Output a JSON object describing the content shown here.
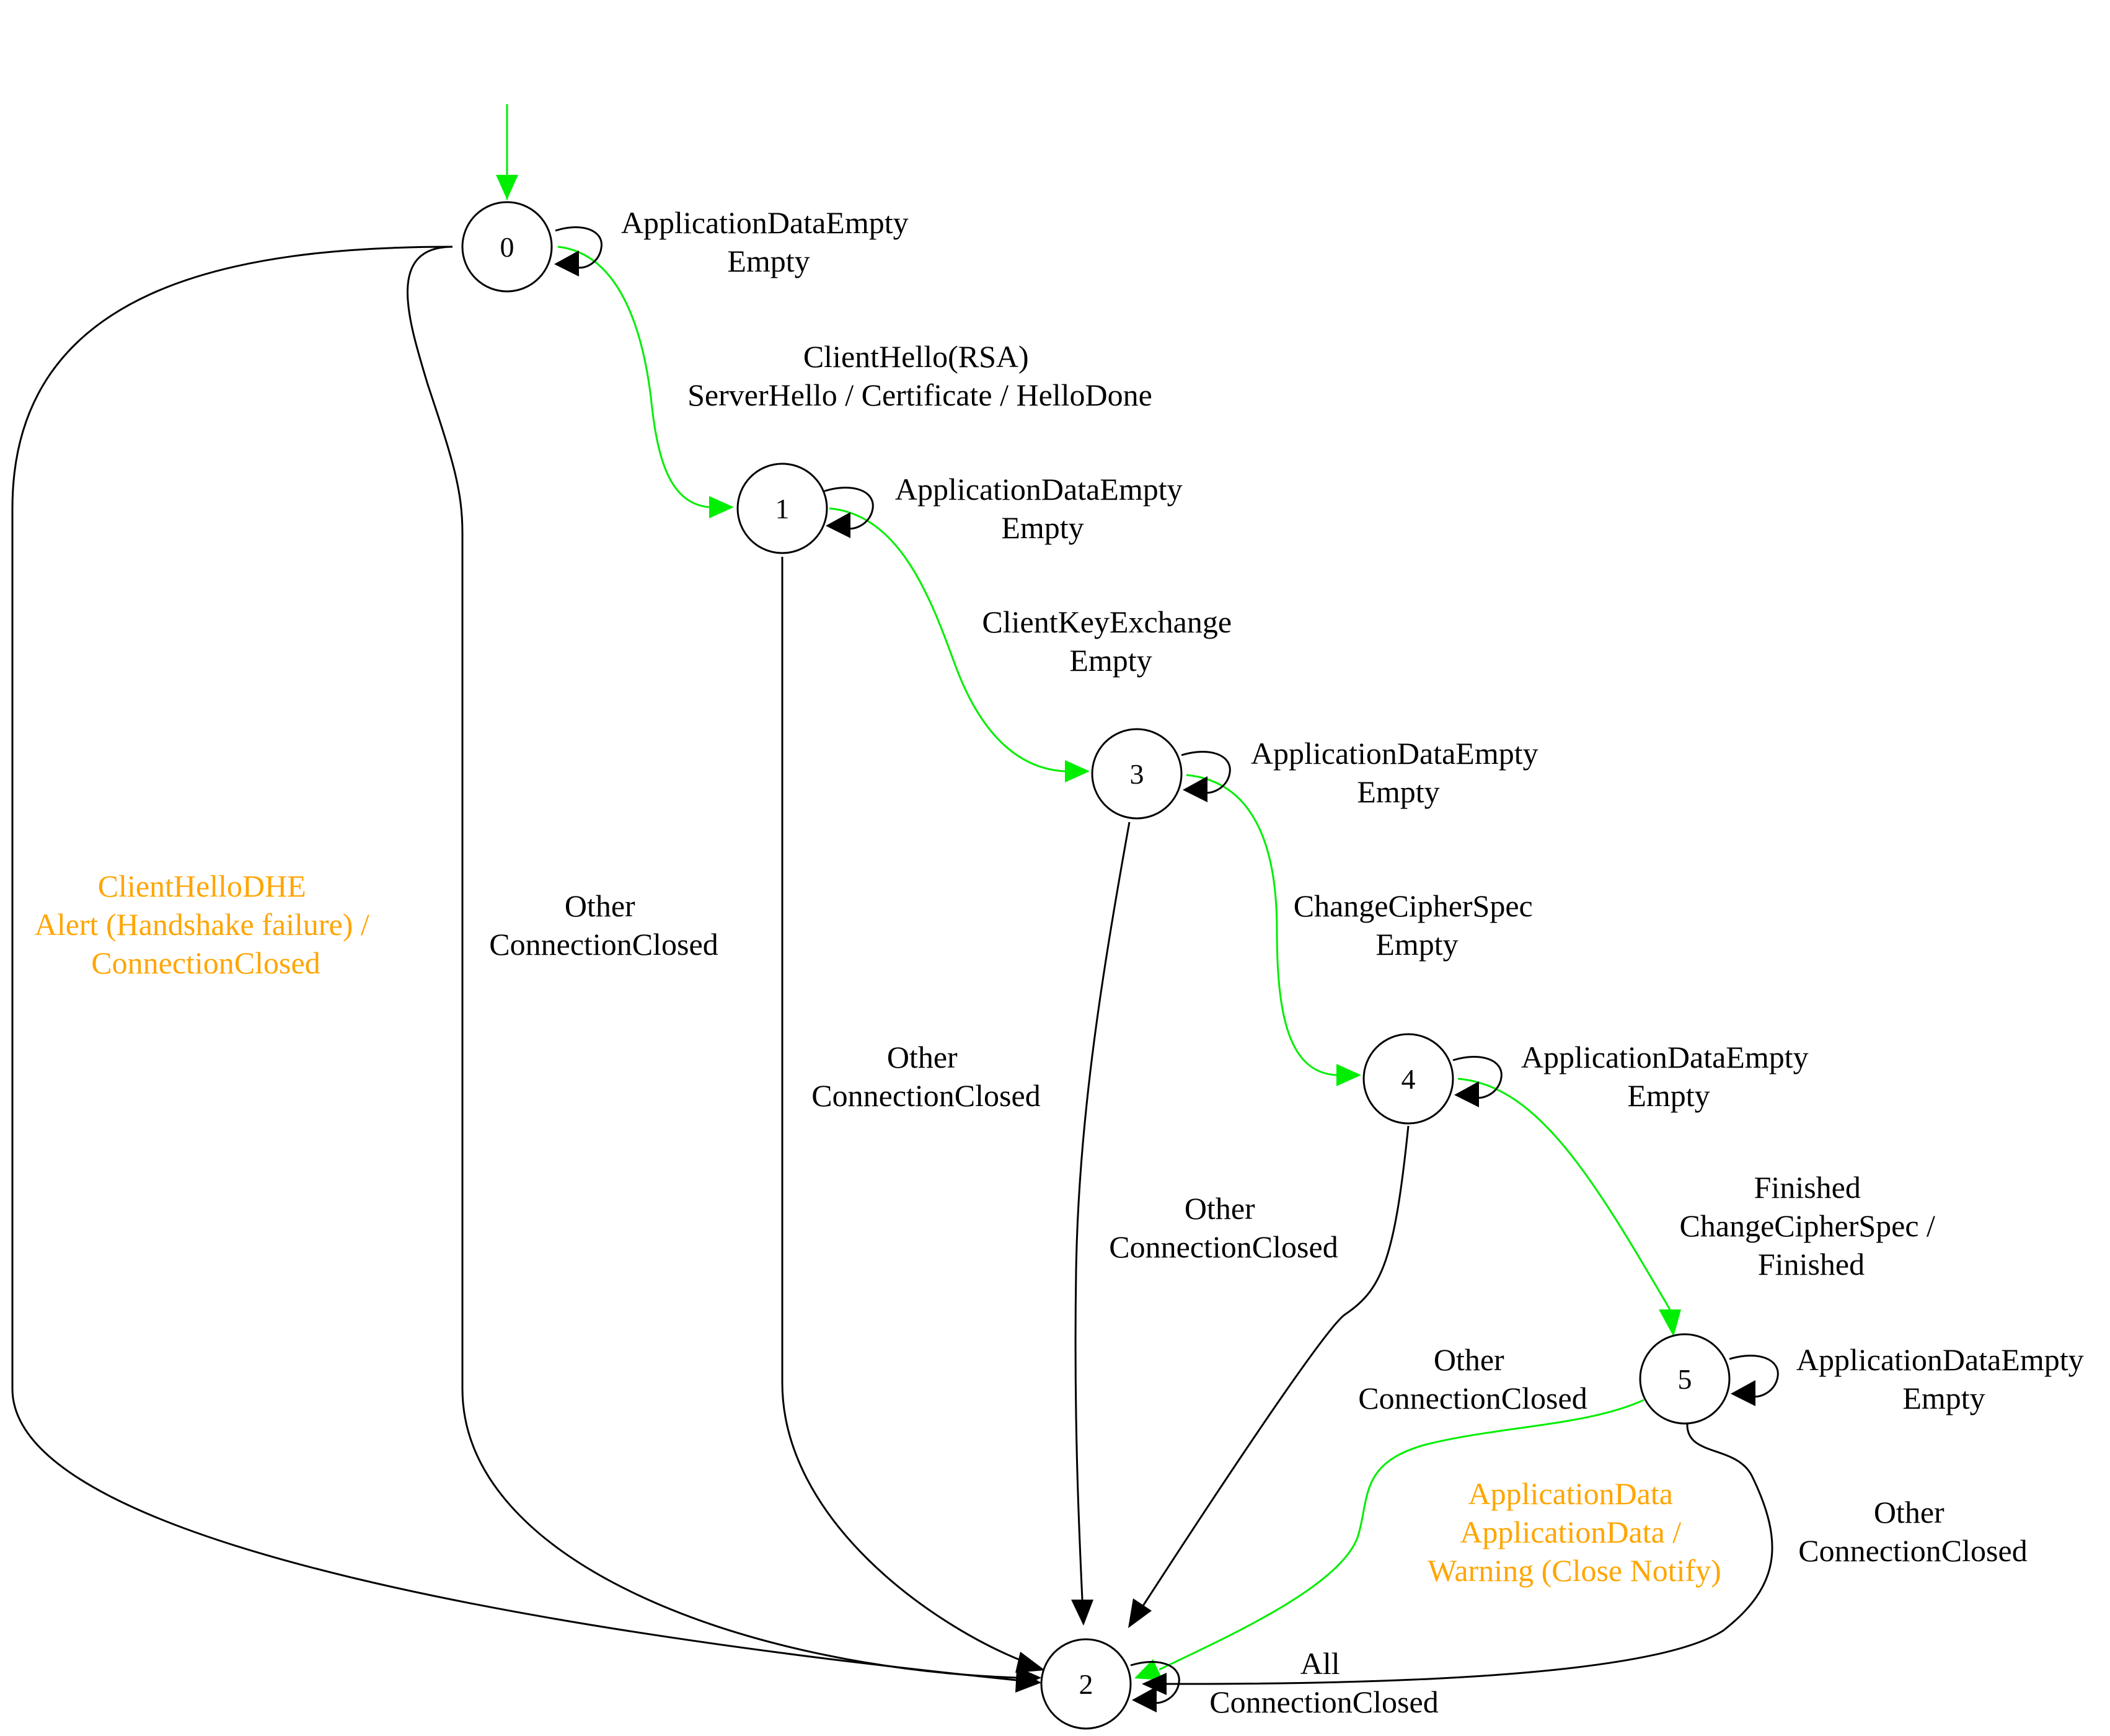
{
  "colors": {
    "black": "#000000",
    "green": "#00ee00",
    "orange": "#ffa500",
    "background": "#ffffff"
  },
  "nodes": [
    {
      "id": "0",
      "label": "0"
    },
    {
      "id": "1",
      "label": "1"
    },
    {
      "id": "2",
      "label": "2"
    },
    {
      "id": "3",
      "label": "3"
    },
    {
      "id": "4",
      "label": "4"
    },
    {
      "id": "5",
      "label": "5"
    }
  ],
  "edges": [
    {
      "id": "e0-loop",
      "from": "0",
      "to": "0",
      "color": "black",
      "lines": [
        "ApplicationDataEmpty",
        "Empty"
      ]
    },
    {
      "id": "e0-1",
      "from": "0",
      "to": "1",
      "color": "green",
      "lines": [
        "ClientHello(RSA)",
        "ServerHello / Certificate / HelloDone"
      ]
    },
    {
      "id": "e0-2-dhe",
      "from": "0",
      "to": "2",
      "color": "black",
      "label_color": "orange",
      "lines": [
        "ClientHelloDHE",
        "Alert (Handshake failure) /",
        "ConnectionClosed"
      ]
    },
    {
      "id": "e0-2-other",
      "from": "0",
      "to": "2",
      "color": "black",
      "lines": [
        "Other",
        "ConnectionClosed"
      ]
    },
    {
      "id": "e1-loop",
      "from": "1",
      "to": "1",
      "color": "black",
      "lines": [
        "ApplicationDataEmpty",
        "Empty"
      ]
    },
    {
      "id": "e1-3",
      "from": "1",
      "to": "3",
      "color": "green",
      "lines": [
        "ClientKeyExchange",
        "Empty"
      ]
    },
    {
      "id": "e1-2",
      "from": "1",
      "to": "2",
      "color": "black",
      "lines": [
        "Other",
        "ConnectionClosed"
      ]
    },
    {
      "id": "e3-loop",
      "from": "3",
      "to": "3",
      "color": "black",
      "lines": [
        "ApplicationDataEmpty",
        "Empty"
      ]
    },
    {
      "id": "e3-4",
      "from": "3",
      "to": "4",
      "color": "green",
      "lines": [
        "ChangeCipherSpec",
        "Empty"
      ]
    },
    {
      "id": "e3-2",
      "from": "3",
      "to": "2",
      "color": "black",
      "lines": [
        "Other",
        "ConnectionClosed"
      ]
    },
    {
      "id": "e4-loop",
      "from": "4",
      "to": "4",
      "color": "black",
      "lines": [
        "ApplicationDataEmpty",
        "Empty"
      ]
    },
    {
      "id": "e4-5",
      "from": "4",
      "to": "5",
      "color": "green",
      "lines": [
        "Finished",
        "ChangeCipherSpec /",
        "Finished"
      ]
    },
    {
      "id": "e4-2",
      "from": "4",
      "to": "2",
      "color": "black",
      "lines": [
        "Other",
        "ConnectionClosed"
      ]
    },
    {
      "id": "e5-loop",
      "from": "5",
      "to": "5",
      "color": "black",
      "lines": [
        "ApplicationDataEmpty",
        "Empty"
      ]
    },
    {
      "id": "e5-2-appdata",
      "from": "5",
      "to": "2",
      "color": "green",
      "label_color": "orange",
      "lines": [
        "ApplicationData",
        "ApplicationData /",
        "Warning (Close Notify)"
      ]
    },
    {
      "id": "e5-2-other",
      "from": "5",
      "to": "2",
      "color": "black",
      "lines": [
        "Other",
        "ConnectionClosed"
      ]
    },
    {
      "id": "e2-loop",
      "from": "2",
      "to": "2",
      "color": "black",
      "lines": [
        "All",
        "ConnectionClosed"
      ]
    }
  ]
}
